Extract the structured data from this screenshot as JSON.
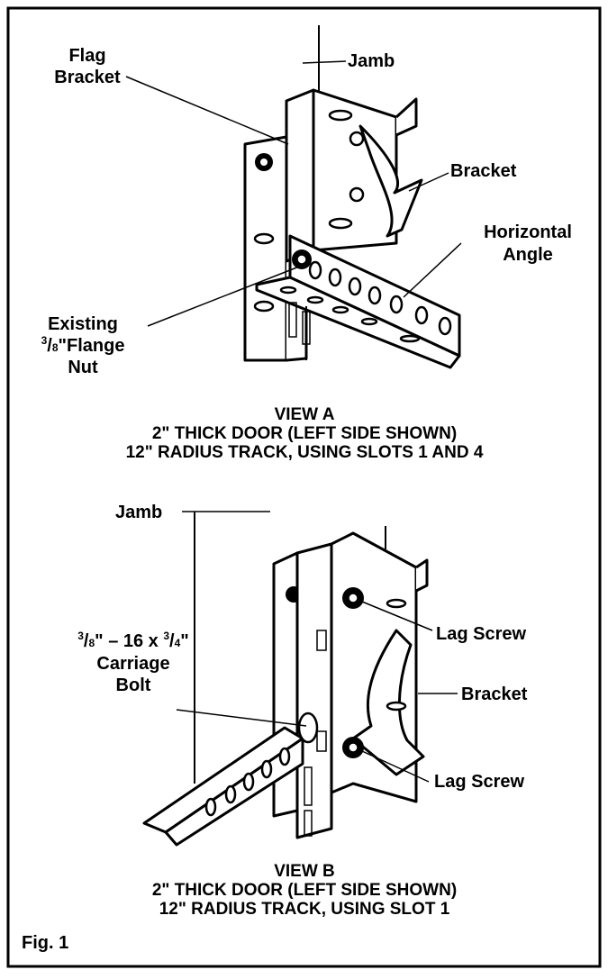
{
  "view_a": {
    "labels": {
      "flag_bracket_1": "Flag",
      "flag_bracket_2": "Bracket",
      "jamb": "Jamb",
      "bracket": "Bracket",
      "horizontal_angle_1": "Horizontal",
      "horizontal_angle_2": "Angle",
      "existing": "Existing",
      "flange_nut_frac_num": "3",
      "flange_nut_frac_den": "8",
      "flange_nut_rest": "\"Flange",
      "nut": "Nut"
    },
    "caption": [
      "VIEW A",
      "2\" THICK DOOR (LEFT SIDE SHOWN)",
      "12\" RADIUS TRACK, USING SLOTS 1 AND 4"
    ]
  },
  "view_b": {
    "labels": {
      "jamb": "Jamb",
      "lag_screw_top": "Lag Screw",
      "bolt_a_num": "3",
      "bolt_a_den": "8",
      "bolt_mid": "\" – 16 x ",
      "bolt_b_num": "3",
      "bolt_b_den": "4",
      "bolt_end": "\"",
      "carriage": "Carriage",
      "bolt": "Bolt",
      "bracket": "Bracket",
      "lag_screw_bottom": "Lag Screw"
    },
    "caption": [
      "VIEW B",
      "2\" THICK DOOR (LEFT SIDE SHOWN)",
      "12\" RADIUS TRACK, USING SLOT 1"
    ]
  },
  "figure_label": "Fig. 1"
}
